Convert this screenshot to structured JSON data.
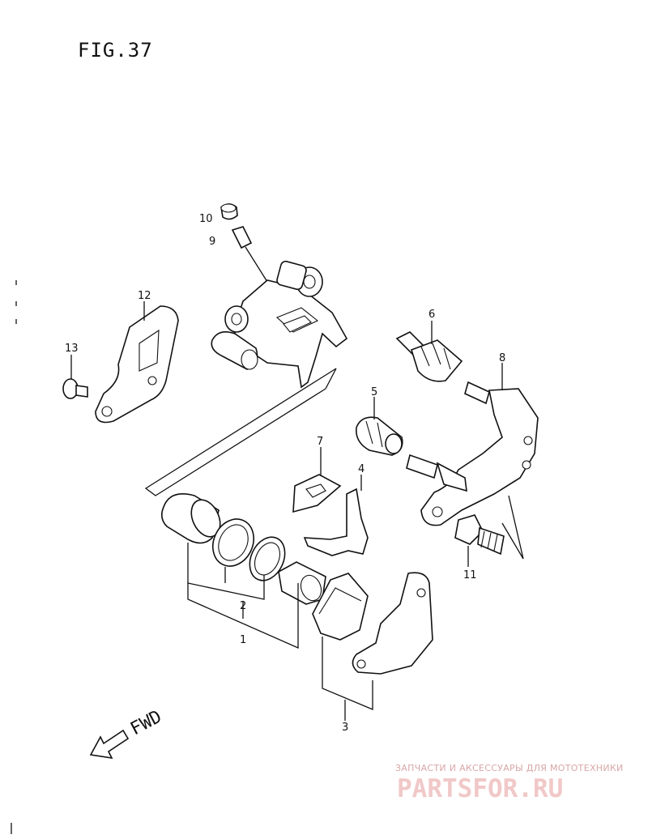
{
  "figure": {
    "title": "FIG.37"
  },
  "callouts": [
    "1",
    "2",
    "3",
    "4",
    "5",
    "6",
    "7",
    "8",
    "9",
    "10",
    "11",
    "12",
    "13"
  ],
  "direction": {
    "label": "FWD"
  },
  "watermark": {
    "caption": "ЗАПЧАСТИ И АКСЕССУАРЫ ДЛЯ МОТОТЕХНИКИ",
    "logo": "PARTSFOR.RU"
  },
  "colors": {
    "ink": "#111111",
    "background": "#ffffff",
    "watermark": "#f1c8c8"
  }
}
